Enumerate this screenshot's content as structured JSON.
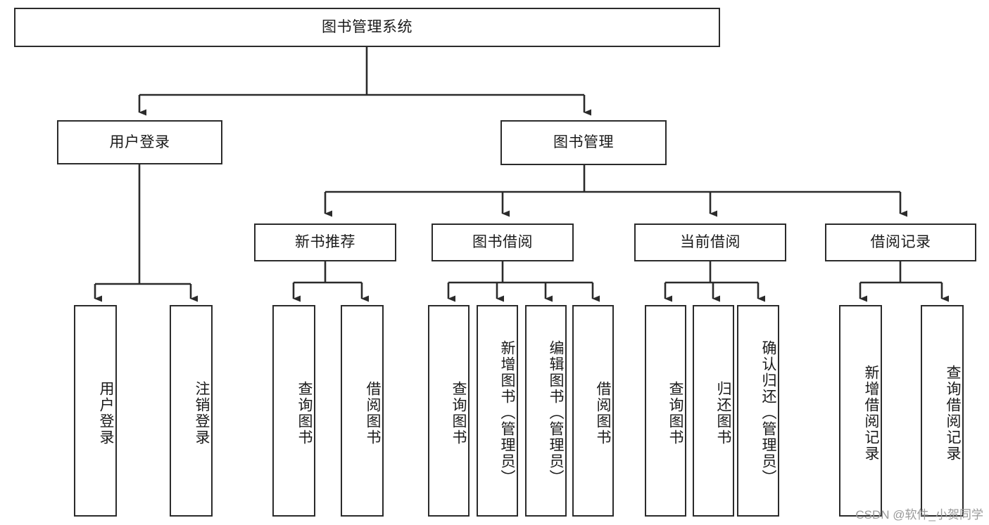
{
  "diagram": {
    "title": "图书管理系统",
    "watermark": "CSDN @软件_小贺同学",
    "stroke_color": "#2b2b2b",
    "fill_color": "#ffffff",
    "text_color": "#1a1a1a",
    "watermark_color": "#9a9a9a",
    "root": {
      "label": "图书管理系统"
    },
    "level2": [
      {
        "label": "用户登录"
      },
      {
        "label": "图书管理"
      }
    ],
    "level3": [
      {
        "label": "新书推荐"
      },
      {
        "label": "图书借阅"
      },
      {
        "label": "当前借阅"
      },
      {
        "label": "借阅记录"
      }
    ],
    "leaves": {
      "user_login": [
        {
          "label": "用户登录"
        },
        {
          "label": "注销登录"
        }
      ],
      "new_book_recommend": [
        {
          "label": "查询图书"
        },
        {
          "label": "借阅图书"
        }
      ],
      "book_borrow": [
        {
          "label": "查询图书"
        },
        {
          "label": "新增图书（管理员）"
        },
        {
          "label": "编辑图书（管理员）"
        },
        {
          "label": "借阅图书"
        }
      ],
      "current_borrow": [
        {
          "label": "查询图书"
        },
        {
          "label": "归还图书"
        },
        {
          "label": "确认归还（管理员）"
        }
      ],
      "borrow_record": [
        {
          "label": "新增借阅记录"
        },
        {
          "label": "查询借阅记录"
        }
      ]
    }
  }
}
